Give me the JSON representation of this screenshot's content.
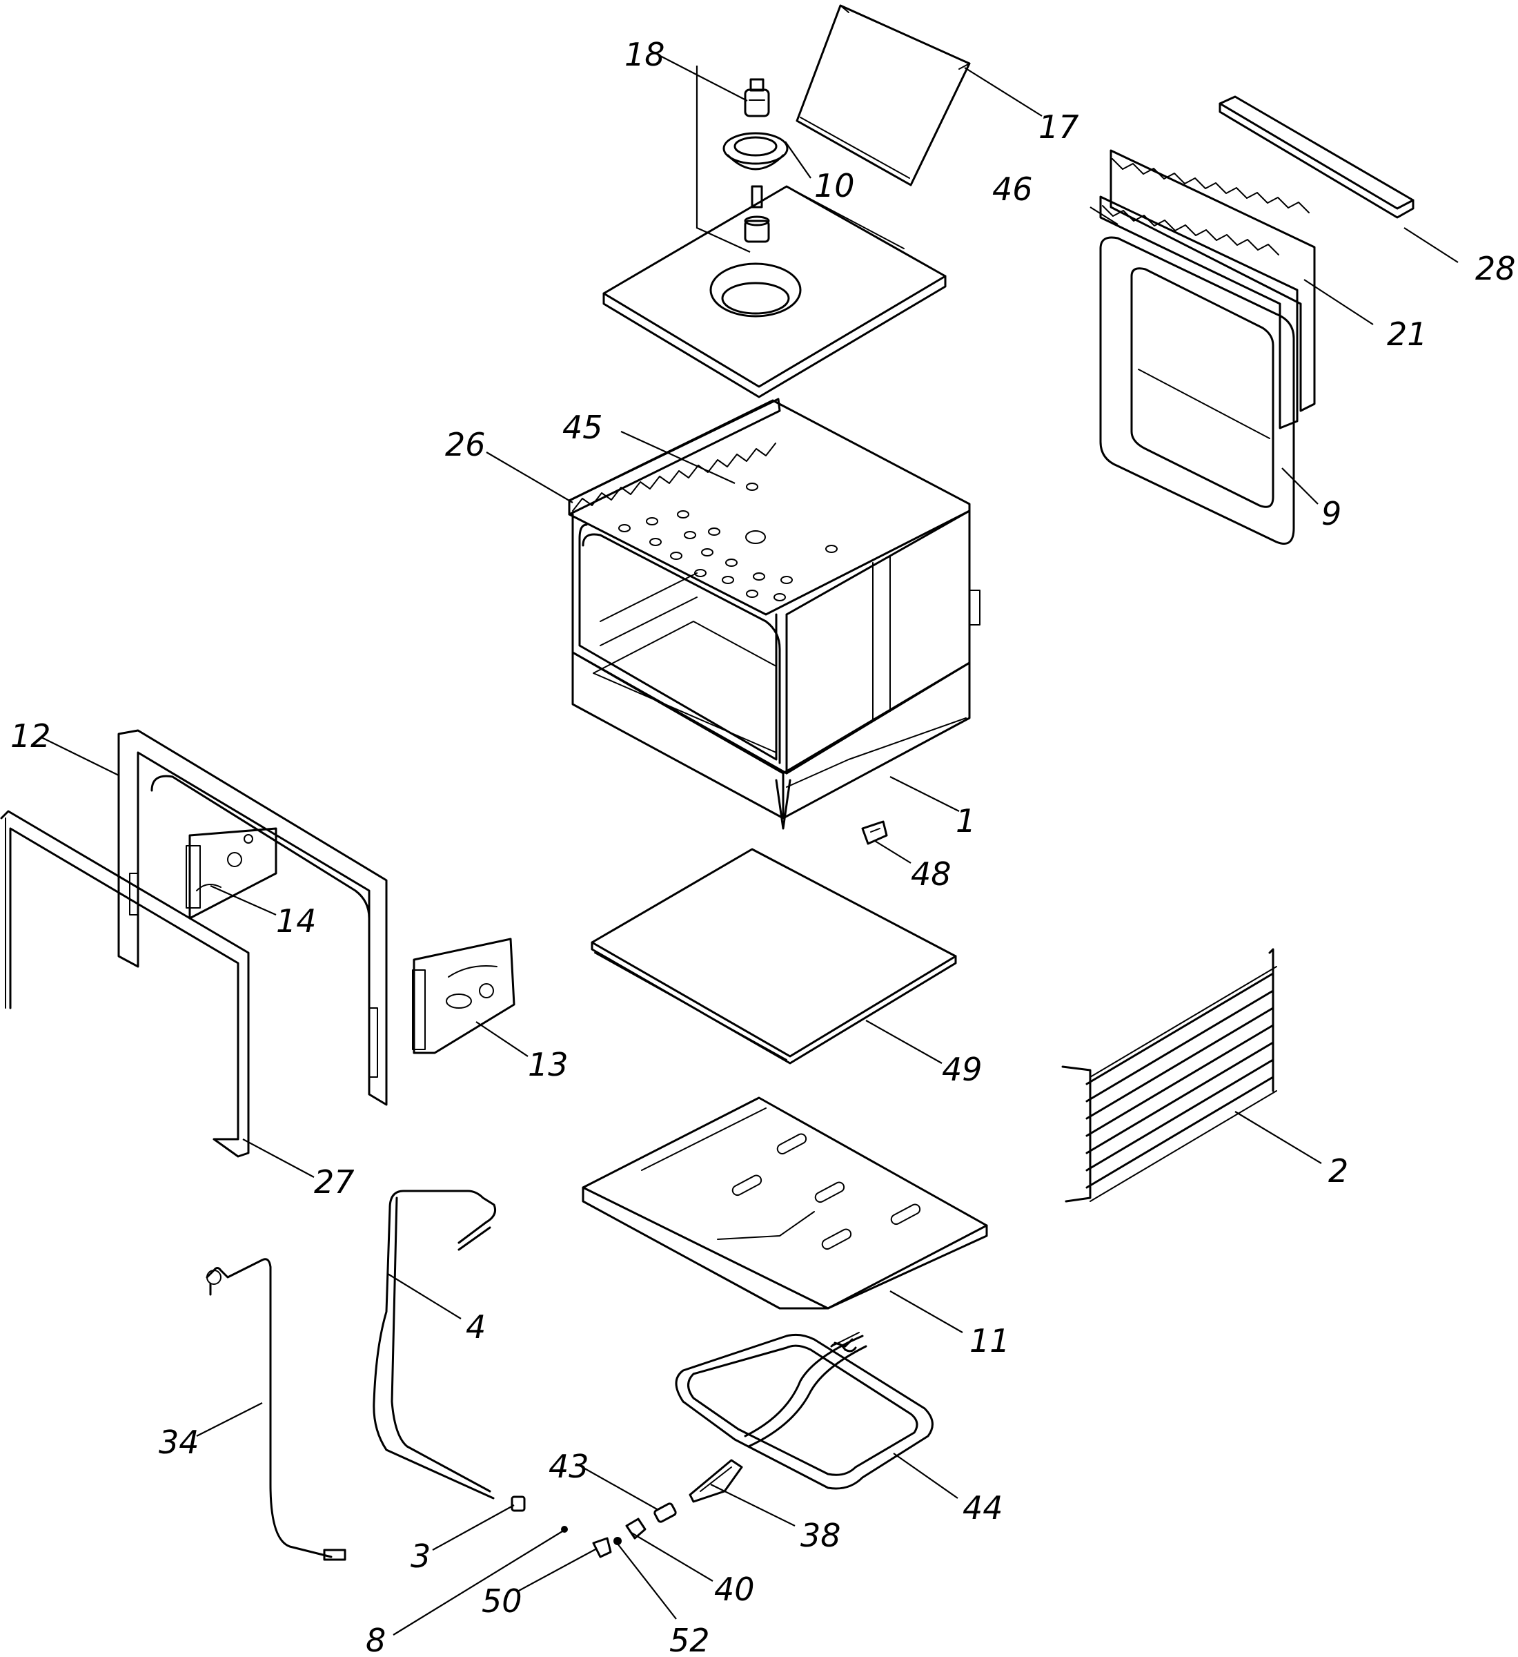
{
  "labels": {
    "l1": "1",
    "l2": "2",
    "l3": "3",
    "l4": "4",
    "l8": "8",
    "l9": "9",
    "l10": "10",
    "l11": "11",
    "l12": "12",
    "l13": "13",
    "l14": "14",
    "l17": "17",
    "l18": "18",
    "l21": "21",
    "l26": "26",
    "l27": "27",
    "l28": "28",
    "l34": "34",
    "l38": "38",
    "l40": "40",
    "l43": "43",
    "l44": "44",
    "l45": "45",
    "l46": "46",
    "l48": "48",
    "l49": "49",
    "l50": "50",
    "l52": "52"
  }
}
